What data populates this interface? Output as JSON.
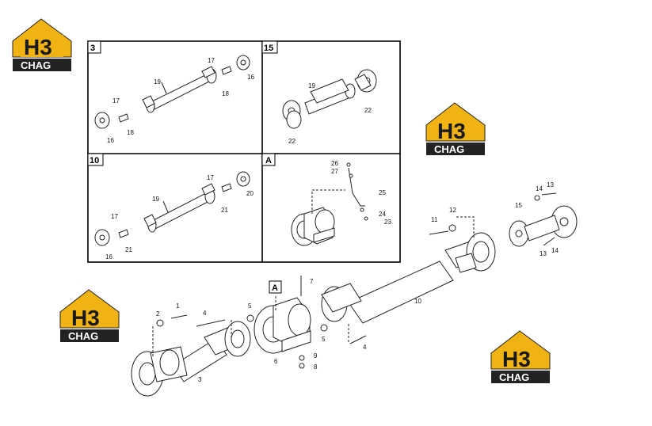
{
  "brand": {
    "logo_text": "CHAG",
    "logo_letters": "H3",
    "colors": {
      "yellow": "#f0b313",
      "dark": "#222222"
    }
  },
  "panels": {
    "p3": {
      "tag": "3"
    },
    "p15": {
      "tag": "15"
    },
    "p10": {
      "tag": "10"
    },
    "pA": {
      "tag": "A"
    }
  },
  "main_tag": "A",
  "labels": {
    "p3": [
      "17",
      "19",
      "16",
      "18",
      "17",
      "18",
      "16"
    ],
    "p15": [
      "19",
      "22",
      "22"
    ],
    "p10": [
      "17",
      "19",
      "20",
      "21",
      "17",
      "21",
      "16"
    ],
    "pA": [
      "26",
      "27",
      "25",
      "24",
      "23"
    ],
    "main": [
      "14",
      "13",
      "15",
      "11",
      "12",
      "13",
      "14",
      "7",
      "1",
      "2",
      "4",
      "5",
      "10",
      "6",
      "5",
      "4",
      "9",
      "8",
      "3"
    ]
  }
}
